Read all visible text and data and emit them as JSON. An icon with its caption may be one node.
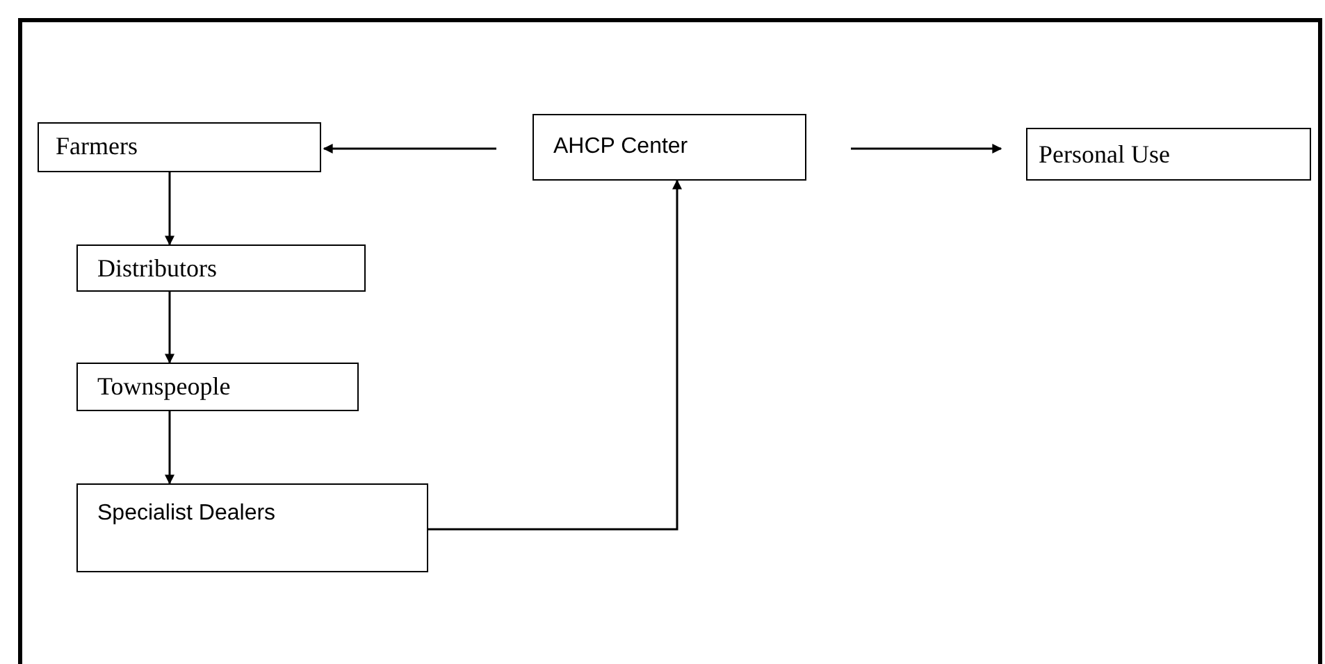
{
  "diagram": {
    "nodes": [
      {
        "text": [
          "Farmers"
        ]
      },
      {
        "text": [
          "AHCP Center"
        ]
      },
      {
        "text": [
          "Personal Use"
        ]
      },
      {
        "text": [
          "Distributors"
        ]
      },
      {
        "text": [
          "Townspeople"
        ]
      },
      {
        "text": [
          "Specialist Dealers"
        ]
      }
    ],
    "edges": [
      {
        "from": 1,
        "to": 0,
        "arrow": "to"
      },
      {
        "from": 1,
        "to": 2,
        "arrow": "to"
      },
      {
        "from": 0,
        "to": 3,
        "arrow": "to"
      },
      {
        "from": 3,
        "to": 4,
        "arrow": "to"
      },
      {
        "from": 4,
        "to": 5,
        "arrow": "to"
      },
      {
        "from": 5,
        "to": 1,
        "arrow": "to"
      }
    ]
  }
}
